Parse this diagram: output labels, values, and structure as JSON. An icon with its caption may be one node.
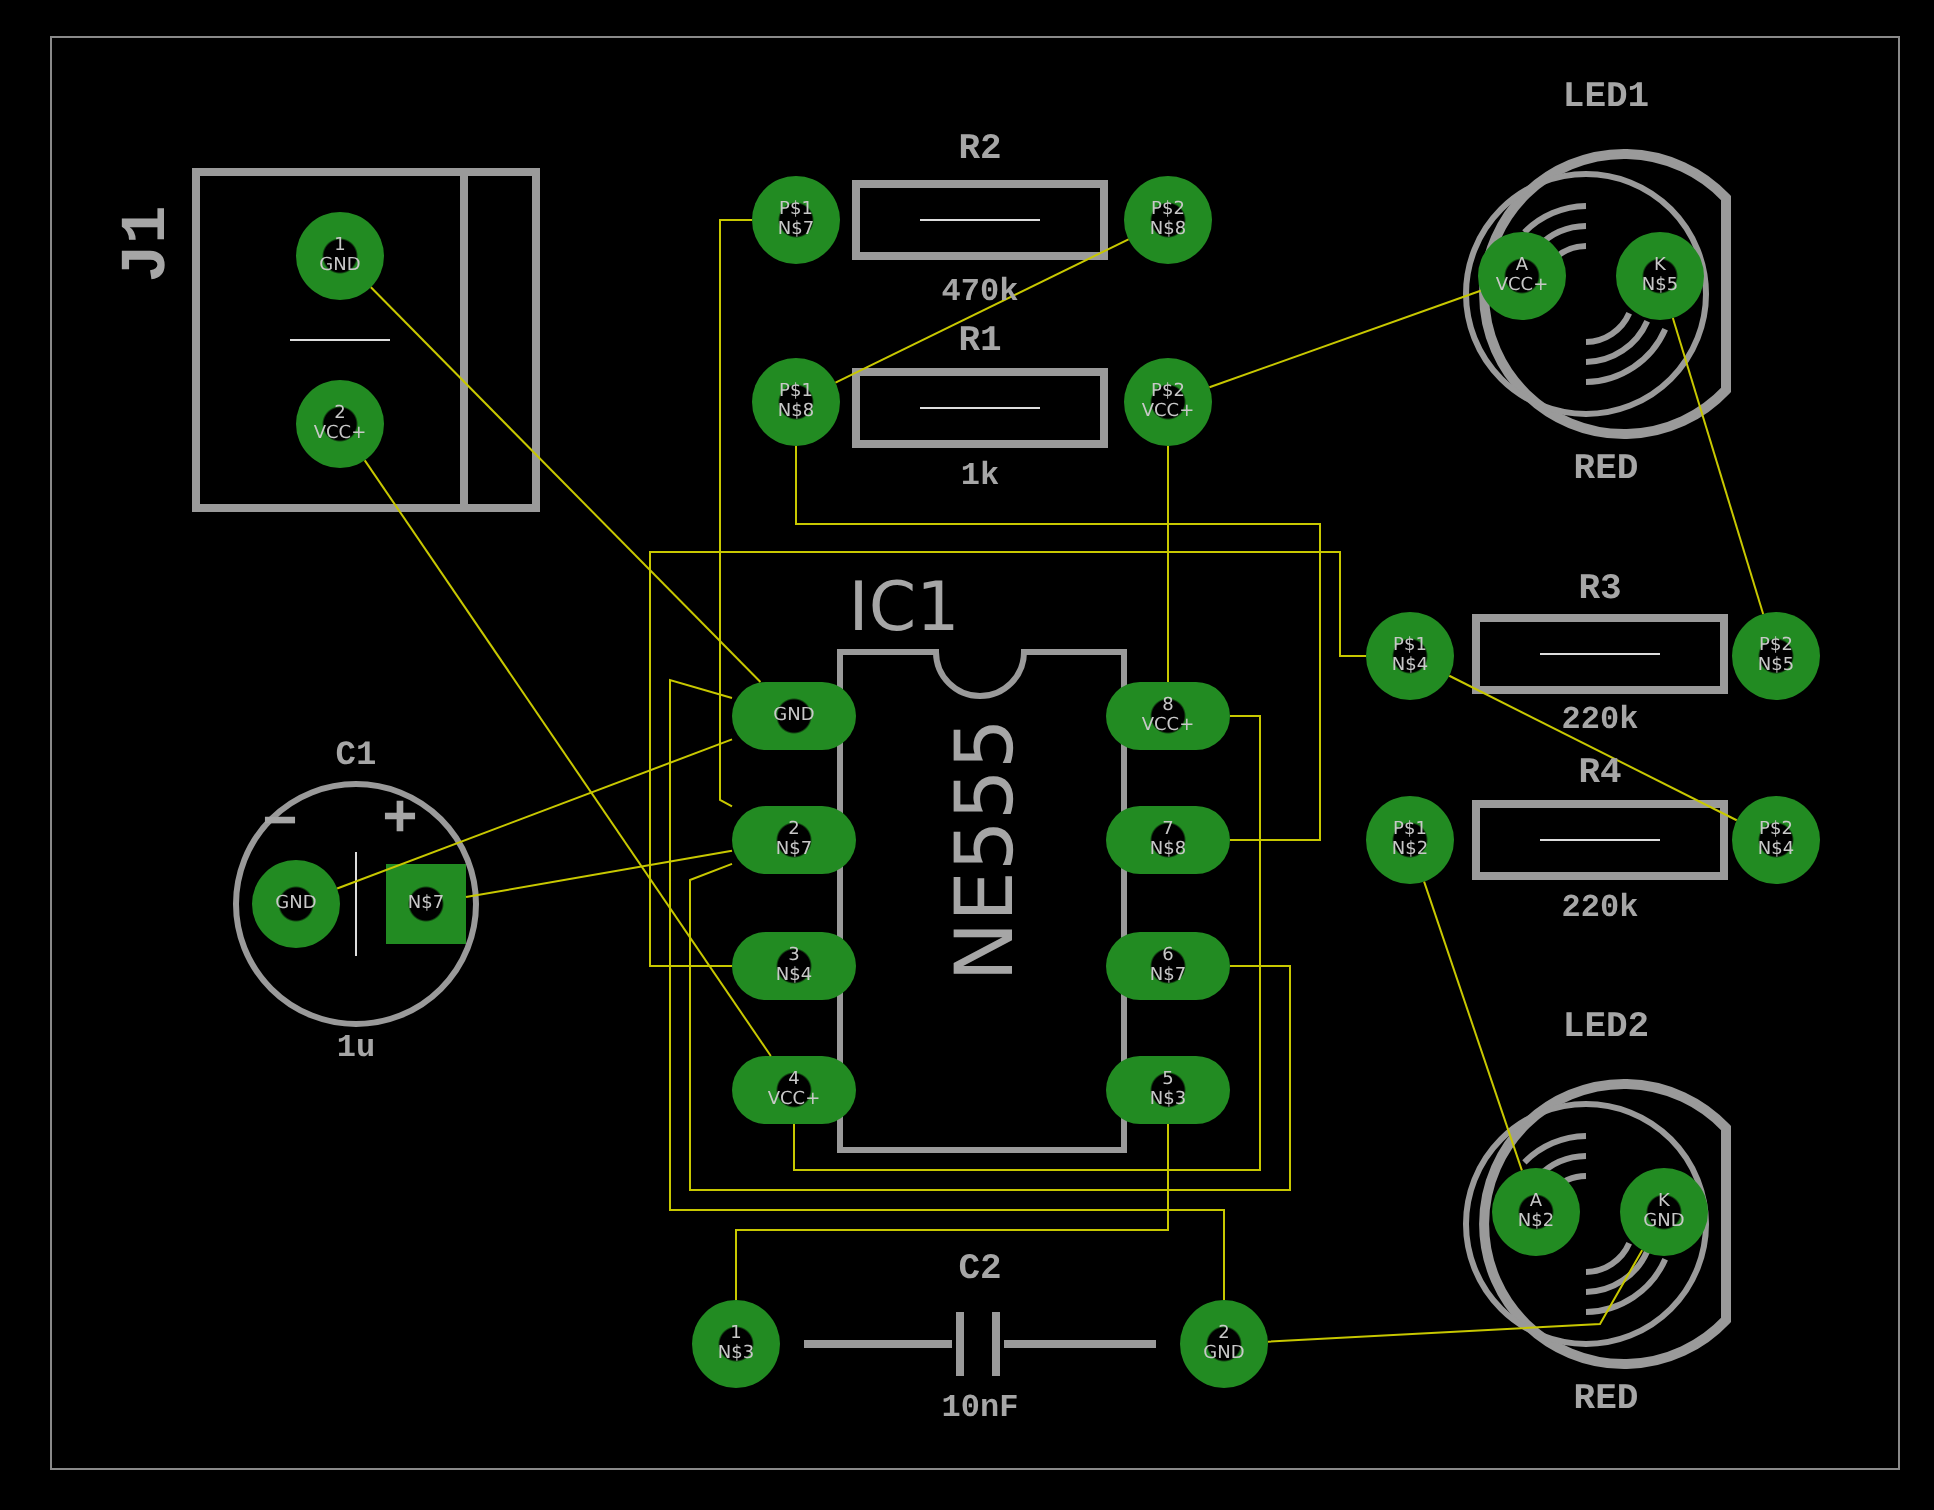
{
  "diagram": {
    "nodes": [
      {
        "text": [
          "J1"
        ]
      },
      {
        "text": [
          "1",
          "GND"
        ],
        "in": 0
      },
      {
        "text": [
          "2",
          "VCC+"
        ],
        "in": 0
      },
      {
        "text": [
          "R2",
          "470k"
        ]
      },
      {
        "text": [
          "P$1",
          "N$7"
        ]
      },
      {
        "text": [
          "P$2",
          "N$8"
        ]
      },
      {
        "text": [
          "LED1",
          "RED"
        ]
      },
      {
        "text": [
          "A",
          "VCC+"
        ],
        "in": 6
      },
      {
        "text": [
          "K",
          "N$5"
        ],
        "in": 6
      },
      {
        "text": [
          "R1",
          "1k"
        ]
      },
      {
        "text": [
          "P$1",
          "N$8"
        ]
      },
      {
        "text": [
          "P$2",
          "VCC+"
        ]
      },
      {
        "text": [
          "IC1",
          "NE555"
        ]
      },
      {
        "text": [
          "GND"
        ]
      },
      {
        "text": [
          "8",
          "VCC+"
        ]
      },
      {
        "text": [
          "R3",
          "220k"
        ]
      },
      {
        "text": [
          "P$1",
          "N$4"
        ]
      },
      {
        "text": [
          "P$2",
          "N$5"
        ]
      },
      {
        "text": [
          "C1",
          "1u"
        ]
      },
      {
        "text": [
          "GND"
        ],
        "in": 18
      },
      {
        "text": [
          "N$7"
        ],
        "in": 18
      },
      {
        "text": [
          "2",
          "N$7"
        ]
      },
      {
        "text": [
          "7",
          "N$8"
        ]
      },
      {
        "text": [
          "R4",
          "220k"
        ]
      },
      {
        "text": [
          "P$1",
          "N$2"
        ]
      },
      {
        "text": [
          "P$2",
          "N$4"
        ]
      },
      {
        "text": [
          "3",
          "N$4"
        ]
      },
      {
        "text": [
          "6",
          "N$7"
        ]
      },
      {
        "text": [
          "4",
          "VCC+"
        ]
      },
      {
        "text": [
          "5",
          "N$3"
        ]
      },
      {
        "text": [
          "LED2",
          "RED"
        ]
      },
      {
        "text": [
          "A",
          "N$2"
        ],
        "in": 30
      },
      {
        "text": [
          "K",
          "GND"
        ],
        "in": 30
      },
      {
        "text": [
          "C2",
          "10nF"
        ]
      },
      {
        "text": [
          "1",
          "N$3"
        ]
      },
      {
        "text": [
          "2",
          "GND"
        ]
      }
    ],
    "edges": [
      {
        "from": 1,
        "to": 13,
        "arrow": "none"
      },
      {
        "from": 2,
        "to": 28,
        "arrow": "none"
      },
      {
        "from": 28,
        "to": 14,
        "arrow": "none"
      },
      {
        "from": 14,
        "to": 11,
        "arrow": "none"
      },
      {
        "from": 11,
        "to": 7,
        "arrow": "none"
      },
      {
        "from": 19,
        "to": 13,
        "arrow": "none"
      },
      {
        "from": 4,
        "to": 21,
        "arrow": "none"
      },
      {
        "from": 21,
        "to": 20,
        "arrow": "none"
      },
      {
        "from": 21,
        "to": 27,
        "arrow": "none"
      },
      {
        "from": 13,
        "to": 35,
        "arrow": "none"
      },
      {
        "from": 35,
        "to": 32,
        "arrow": "none"
      },
      {
        "from": 10,
        "to": 5,
        "arrow": "none"
      },
      {
        "from": 10,
        "to": 22,
        "arrow": "none"
      },
      {
        "from": 29,
        "to": 34,
        "arrow": "none"
      },
      {
        "from": 26,
        "to": 16,
        "arrow": "none"
      },
      {
        "from": 16,
        "to": 25,
        "arrow": "none"
      },
      {
        "from": 17,
        "to": 8,
        "arrow": "none"
      },
      {
        "from": 24,
        "to": 31,
        "arrow": "none"
      }
    ],
    "labels": [
      "−",
      "+"
    ]
  }
}
